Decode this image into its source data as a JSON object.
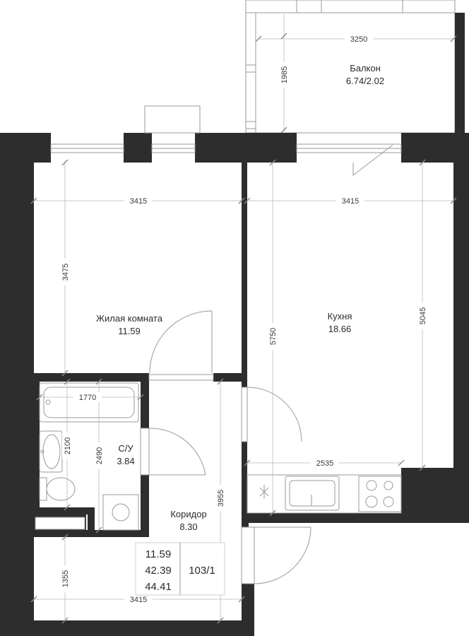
{
  "rooms": {
    "living": {
      "name": "Жилая комната",
      "area": "11.59"
    },
    "kitchen": {
      "name": "Кухня",
      "area": "18.66"
    },
    "bathroom": {
      "name": "С/У",
      "area": "3.84"
    },
    "corridor": {
      "name": "Коридор",
      "area": "8.30"
    },
    "balcony": {
      "name": "Балкон",
      "area": "6.74/2.02"
    }
  },
  "dimensions": {
    "balcony_width": "3250",
    "balcony_depth": "1985",
    "living_width": "3415",
    "kitchen_width": "3415",
    "living_depth": "3475",
    "kitchen_depth_full": "5750",
    "kitchen_depth_right": "5045",
    "bath_width": "1770",
    "bath_depth_left": "2100",
    "bath_depth_right": "2490",
    "corridor_depth": "3955",
    "kitchen_counter": "2535",
    "entry_depth": "1355",
    "entry_width": "3415"
  },
  "summary": {
    "living_area": "11.59",
    "living_total": "42.39",
    "total_area": "44.41",
    "apartment_number": "103/1"
  }
}
